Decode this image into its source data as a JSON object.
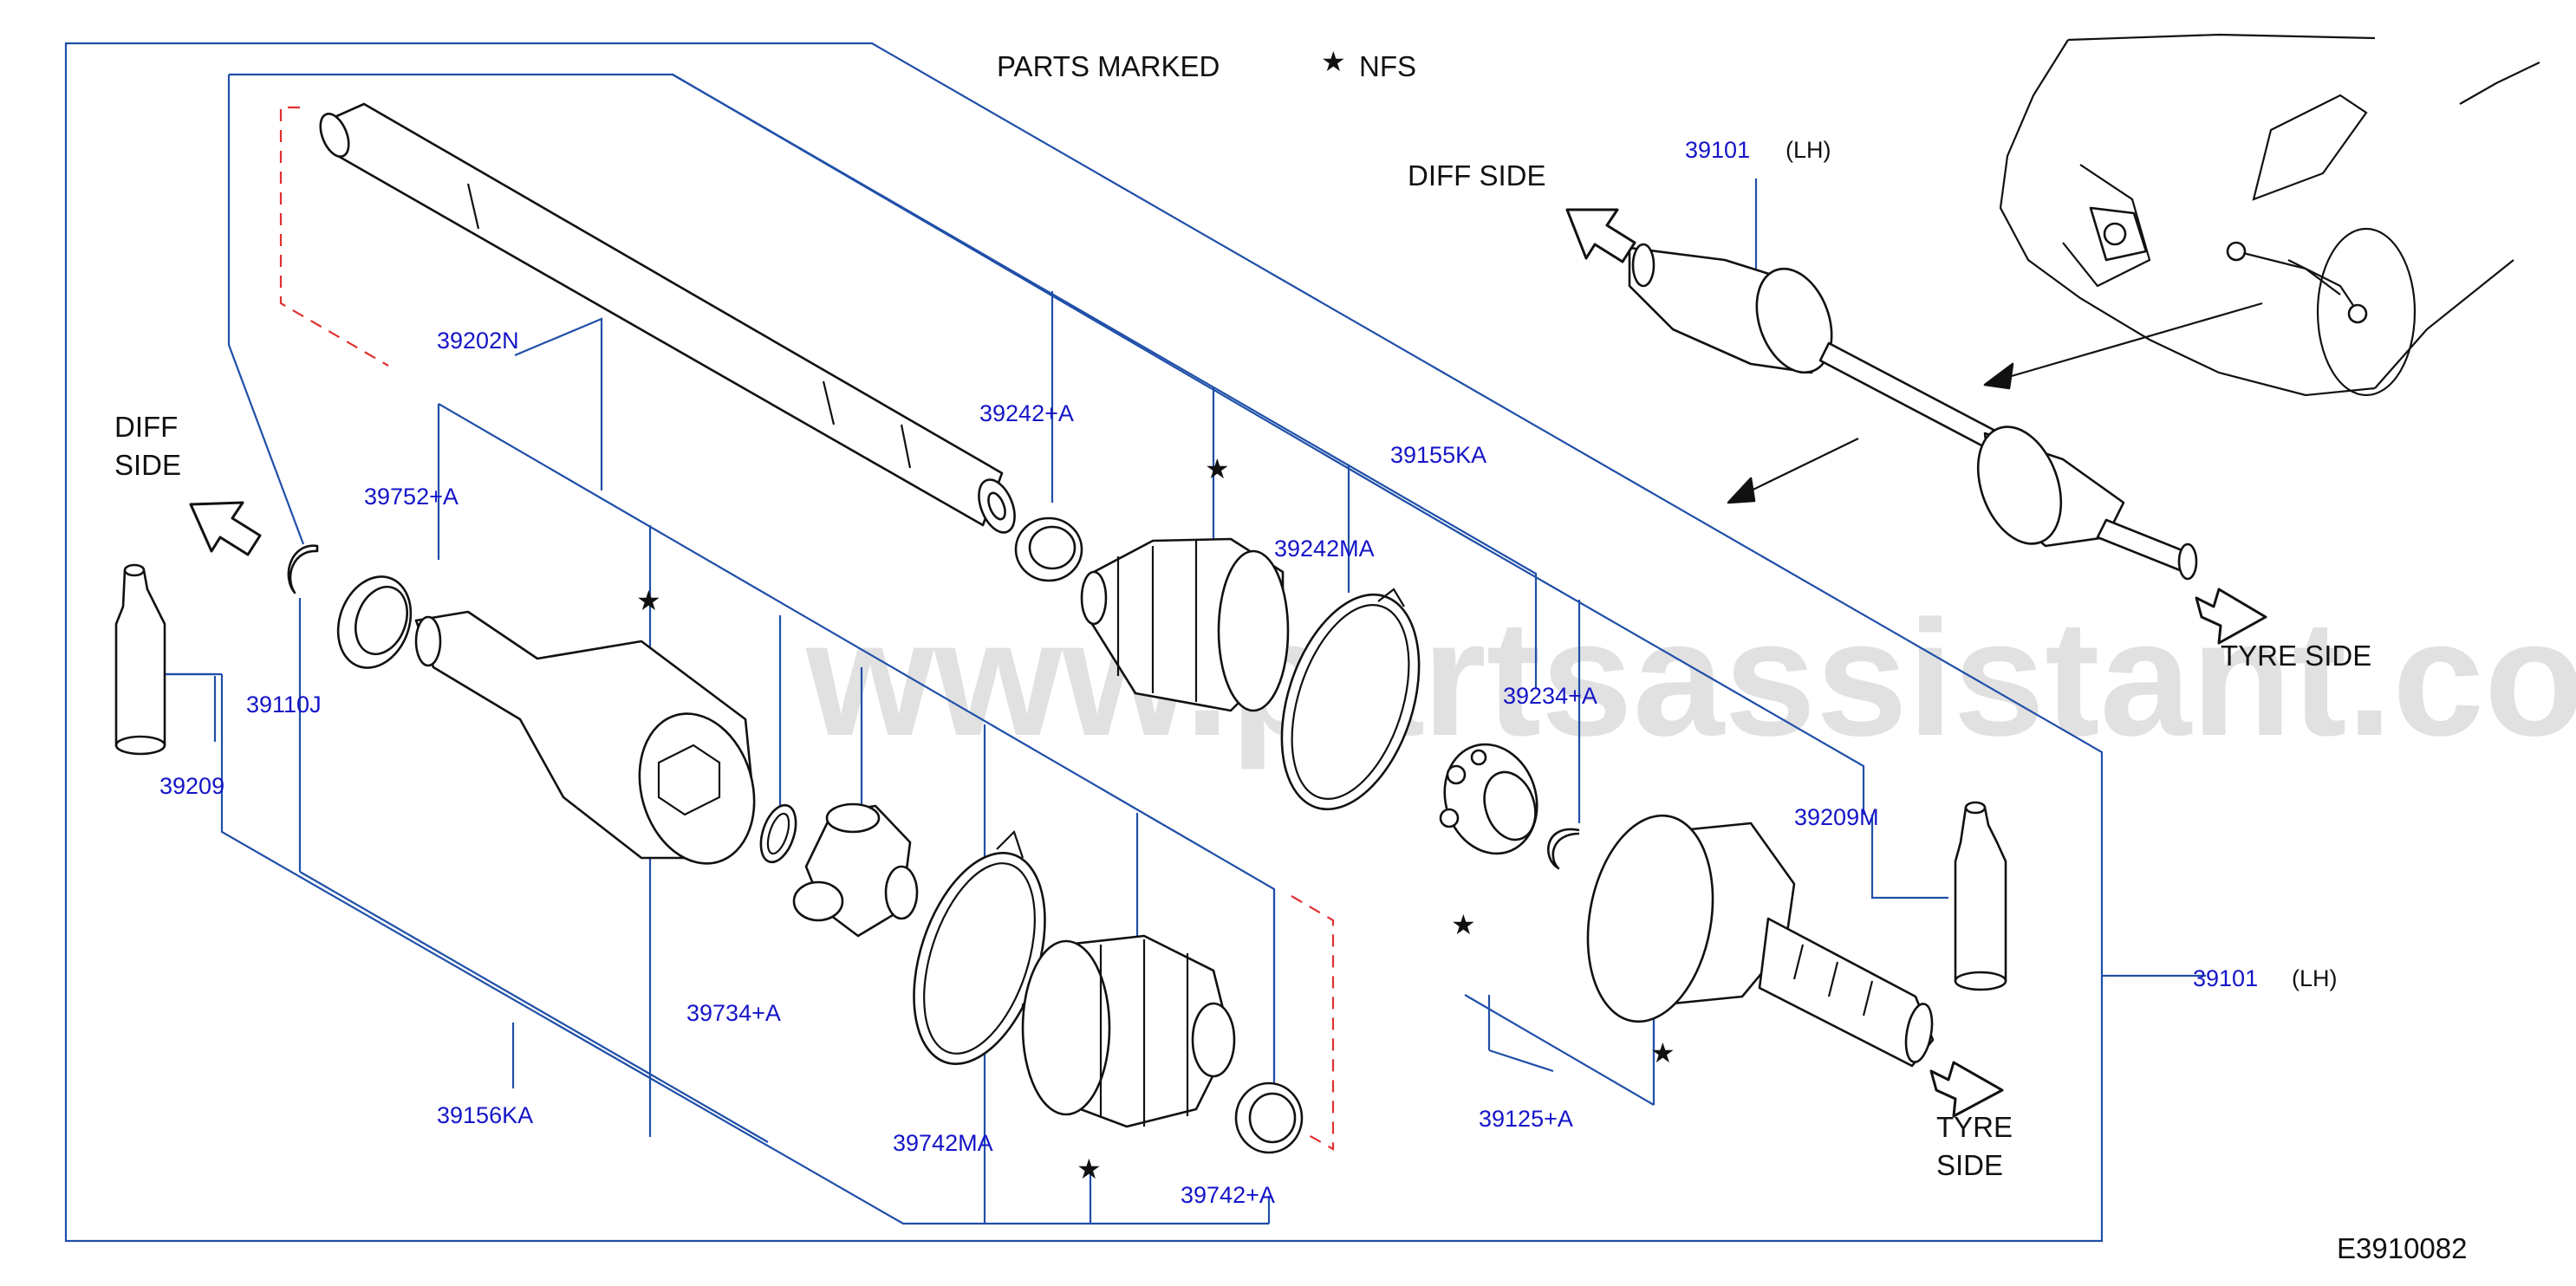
{
  "header": {
    "parts_marked": "PARTS   MARKED",
    "nfs": "NFS",
    "star_symbol": "★"
  },
  "labels": {
    "diff_side_top": "DIFF   SIDE",
    "diff_line1": "DIFF",
    "diff_line2": "SIDE",
    "tyre_side_right": "TYRE   SIDE",
    "tyre_line1": "TYRE",
    "tyre_line2": "SIDE",
    "lh": "(LH)"
  },
  "parts": {
    "p39101_top": "39101",
    "p39101_right": "39101",
    "p39202N": "39202N",
    "p39242A": "39242+A",
    "p39752A": "39752+A",
    "p39155KA": "39155KA",
    "p39242MA": "39242MA",
    "p39110J": "39110J",
    "p39209": "39209",
    "p39234A": "39234+A",
    "p39209M": "39209M",
    "p39734A": "39734+A",
    "p39156KA": "39156KA",
    "p39742MA": "39742MA",
    "p39742A": "39742+A",
    "p39125A": "39125+A"
  },
  "watermark": "www.partsassistant.com",
  "diagram_code": "E3910082",
  "icons": [
    "star-nfs-icon",
    "diff-side-arrow-icon",
    "tyre-side-arrow-icon"
  ],
  "colors": {
    "part_number": "#1515c8",
    "frame_line": "#1f4fa8",
    "dashed": "#e03030",
    "drawing": "#111111"
  }
}
